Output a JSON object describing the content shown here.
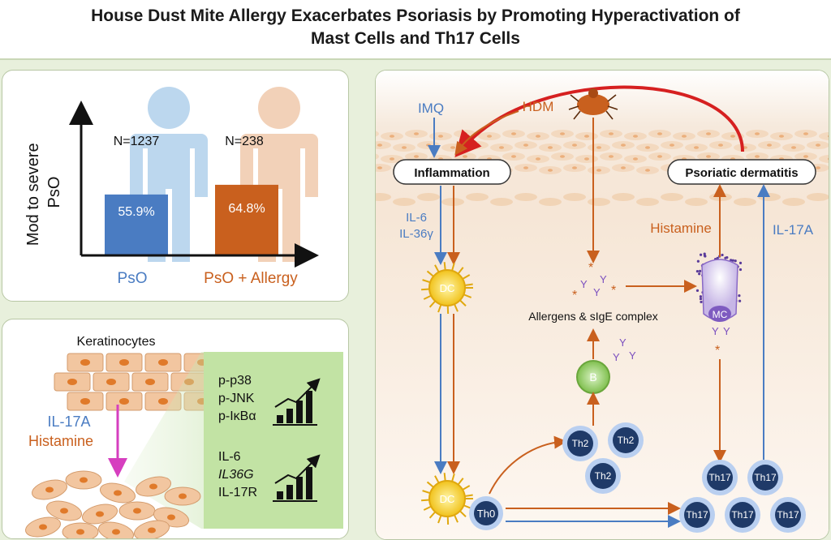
{
  "title": {
    "line1": "House Dust Mite Allergy Exacerbates Psoriasis by Promoting Hyperactivation of",
    "line2": "Mast Cells and Th17 Cells"
  },
  "chart_data": {
    "type": "bar",
    "categories": [
      "PsO",
      "PsO + Allergy"
    ],
    "values": [
      55.9,
      64.8
    ],
    "value_labels": [
      "55.9%",
      "64.8%"
    ],
    "n_labels": [
      "N=1237",
      "N=238"
    ],
    "ylabel": "Mod to severe PsO",
    "ylim": [
      0,
      100
    ],
    "colors": [
      "#4a7cc2",
      "#c9601e"
    ],
    "silhouette_colors": [
      "#bcd7ee",
      "#f2d1b8"
    ]
  },
  "keratinocyte_panel": {
    "title": "Keratinocytes",
    "inducer1": "IL-17A",
    "inducer2": "Histamine",
    "group1": [
      "p-p38",
      "p-JNK",
      "p-IκBα"
    ],
    "group2_line1": "IL-6",
    "group2_line2": "IL36G",
    "group2_line3": "IL-17R"
  },
  "mechanism": {
    "imq": "IMQ",
    "hdm": "HDM",
    "inflammation": "Inflammation",
    "psoriatic": "Psoriatic dermatitis",
    "il6": "IL-6",
    "il36": "IL-36γ",
    "histamine": "Histamine",
    "il17a": "IL-17A",
    "complex": "Allergens & sIgE complex",
    "dc": "DC",
    "mc": "MC",
    "b": "B",
    "th0": "Th0",
    "th2": "Th2",
    "th17": "Th17"
  },
  "colors": {
    "blue": "#4a7cc2",
    "orange": "#c9601e",
    "red": "#d62020",
    "magenta": "#d63fbf",
    "green": "#8fc46a"
  }
}
